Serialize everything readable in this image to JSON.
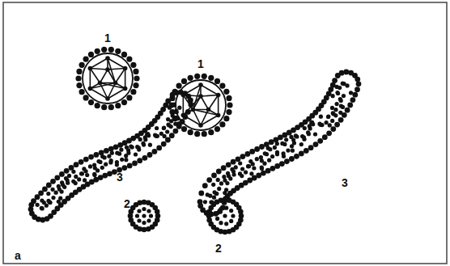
{
  "diagram": {
    "labels": [
      "1",
      "1",
      "3",
      "3",
      "2",
      "2",
      "a"
    ]
  }
}
